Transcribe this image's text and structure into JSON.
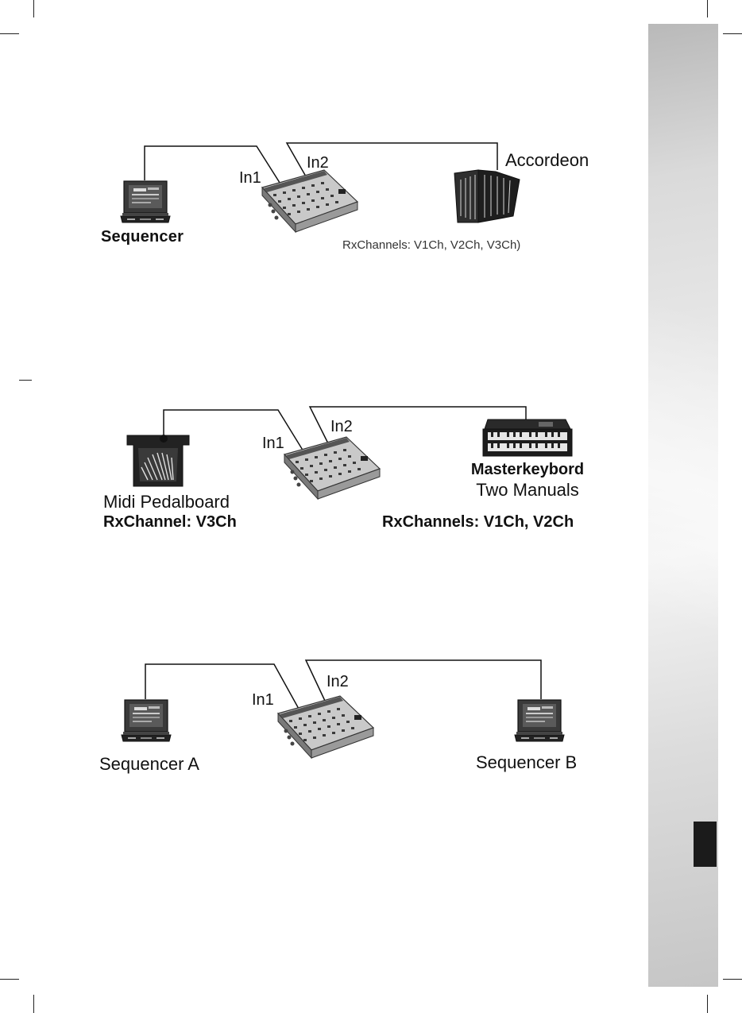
{
  "diagrams": [
    {
      "left_device": {
        "label": "Sequencer",
        "icon": "laptop-icon"
      },
      "in1_label": "In1",
      "in2_label": "In2",
      "right_device": {
        "label": "Accordeon",
        "icon": "accordion-icon"
      },
      "note": "RxChannels: V1Ch, V2Ch, V3Ch)"
    },
    {
      "left_device": {
        "label": "Midi Pedalboard",
        "sub_label": "RxChannel: V3Ch",
        "icon": "pedalboard-icon"
      },
      "in1_label": "In1",
      "in2_label": "In2",
      "right_device": {
        "label_line1": "Masterkeybord",
        "label_line2": "Two Manuals",
        "icon": "keyboard-icon"
      },
      "note": "RxChannels: V1Ch, V2Ch"
    },
    {
      "left_device": {
        "label": "Sequencer A",
        "icon": "laptop-icon"
      },
      "in1_label": "In1",
      "in2_label": "In2",
      "right_device": {
        "label": "Sequencer B",
        "icon": "laptop-icon"
      }
    }
  ],
  "colors": {
    "wire": "#111111",
    "tab": "#1b1b1b"
  }
}
